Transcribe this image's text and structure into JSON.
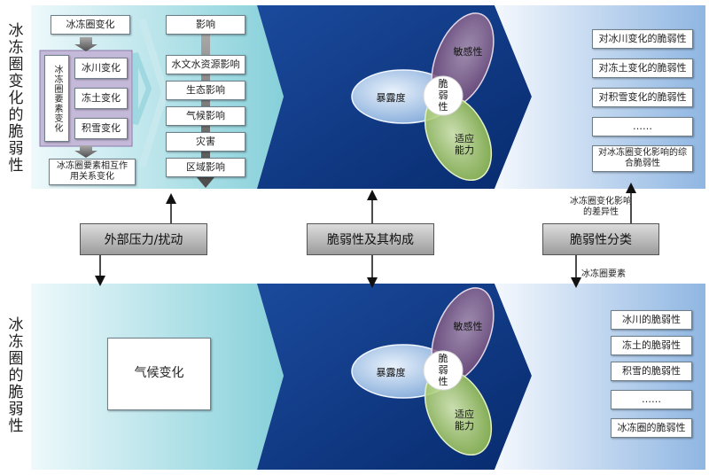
{
  "side_labels": {
    "top": "冰冻圈变化的脆弱性",
    "bottom": "冰冻圈的脆弱性"
  },
  "panel_top_left": {
    "change_title": "冰冻圈变化",
    "elements_label": "冰冻圈要素变化",
    "element_items": [
      "冰川变化",
      "冻土变化",
      "积雪变化"
    ],
    "interaction": "冰冻圈要素相互作用关系变化",
    "impact_title": "影响",
    "impact_items": [
      "水文水资源影响",
      "生态影响",
      "气候影响",
      "灾害",
      "区域影响"
    ]
  },
  "venn_top": {
    "sensitivity": "敏感性",
    "exposure": "暴露度",
    "adaptive_capacity": "适应能力",
    "center": "脆弱性"
  },
  "panel_top_right": {
    "items": [
      "对冰川变化的脆弱性",
      "对冻土变化的脆弱性",
      "对积雪变化的脆弱性",
      "……",
      "对冰冻圈变化影响的综合脆弱性"
    ]
  },
  "middle": {
    "external": "外部压力/扰动",
    "vulnerability": "脆弱性及其构成",
    "classification": "脆弱性分类",
    "note_up": "冰冻圈变化影响的差异性",
    "note_down": "冰冻圈要素"
  },
  "panel_bottom_left": {
    "label": "气候变化"
  },
  "venn_bottom": {
    "sensitivity": "敏感性",
    "exposure": "暴露度",
    "adaptive_capacity": "适应能力",
    "center": "脆弱性"
  },
  "panel_bottom_right": {
    "items": [
      "冰川的脆弱性",
      "冻土的脆弱性",
      "积雪的脆弱性",
      "……",
      "冰冻圈的脆弱性"
    ]
  },
  "colors": {
    "teal_light": "#e2f6f8",
    "teal_dark": "#8fd5de",
    "navy": "#0d3a86",
    "sky_light": "#eaf2fb",
    "sky_dark": "#9dbfe6"
  }
}
